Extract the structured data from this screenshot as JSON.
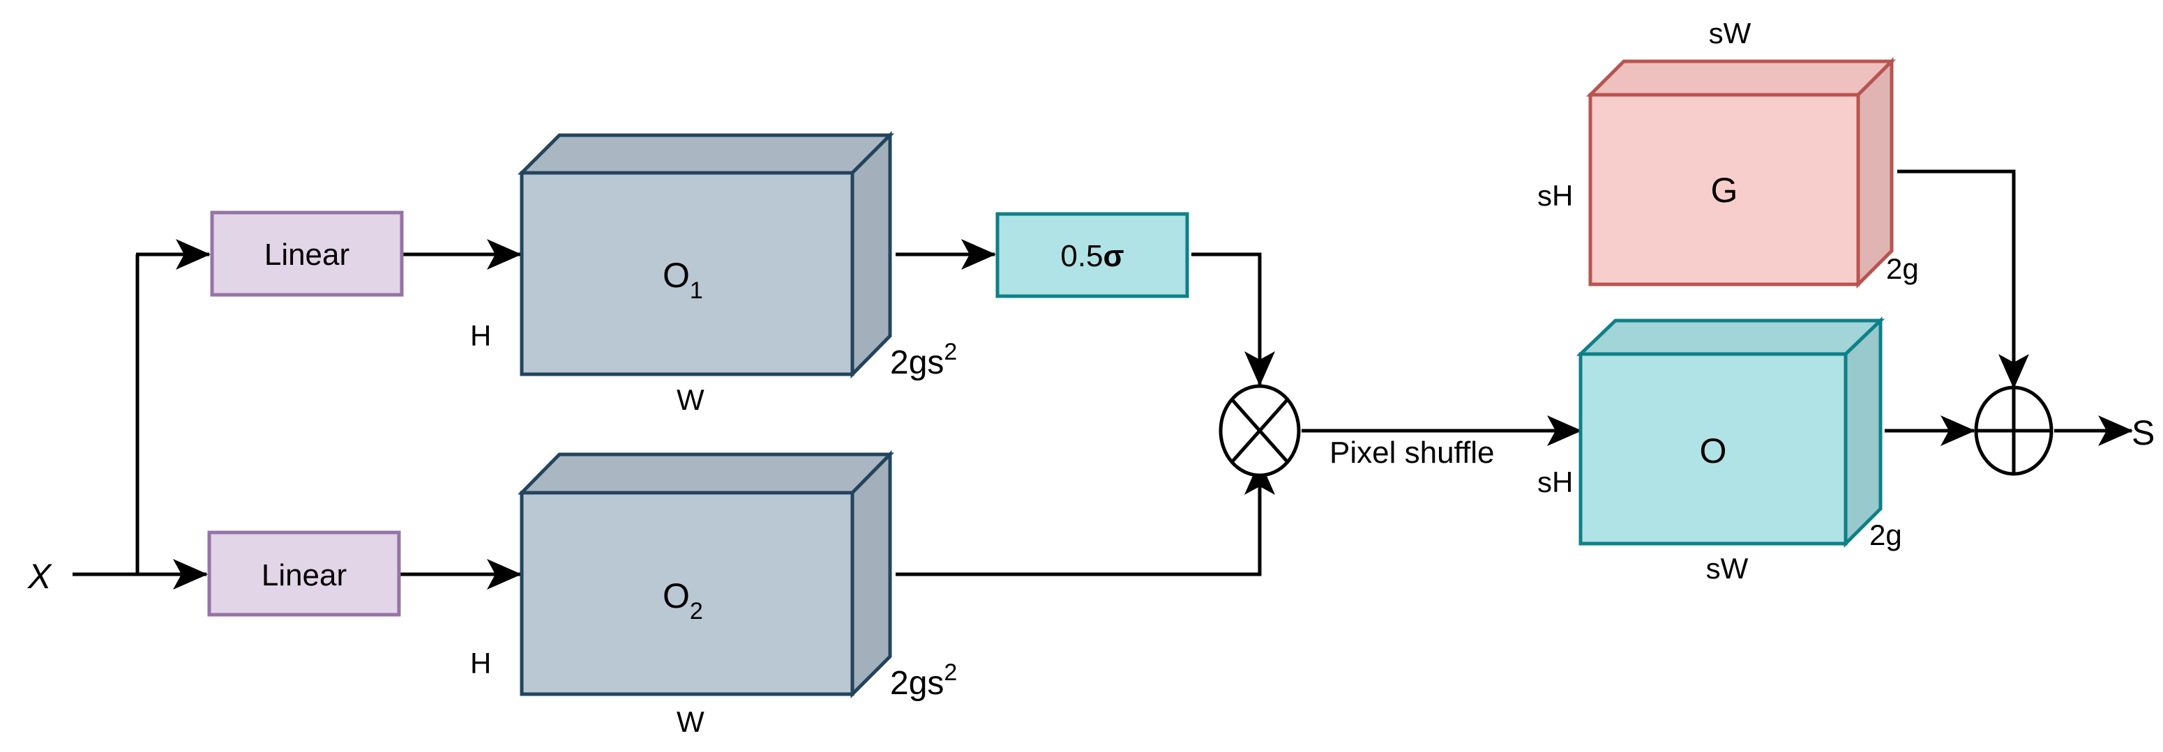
{
  "input_label": "X",
  "output_label": "S",
  "linear_top": {
    "label": "Linear"
  },
  "linear_bottom": {
    "label": "Linear"
  },
  "cube_o1": {
    "label": "O",
    "sub": "1",
    "height_label": "H",
    "width_label": "W",
    "depth_label": "2gs",
    "depth_sup": "2"
  },
  "cube_o2": {
    "label": "O",
    "sub": "2",
    "height_label": "H",
    "width_label": "W",
    "depth_label": "2gs",
    "depth_sup": "2"
  },
  "sigmoid": {
    "label_prefix": "0.5",
    "label_symbol": "σ"
  },
  "multiply_op": {
    "symbol": "⊗"
  },
  "pixel_shuffle": {
    "label": "Pixel shuffle"
  },
  "cube_g": {
    "label": "G",
    "height_label": "sH",
    "width_label": "sW",
    "depth_label": "2g"
  },
  "cube_o": {
    "label": "O",
    "height_label": "sH",
    "width_label": "sW",
    "depth_label": "2g"
  },
  "add_op": {
    "symbol": "⊕"
  },
  "colors": {
    "linear_fill": "#e1d5e7",
    "linear_stroke": "#9673a6",
    "cube_gray_front": "#bac8d3",
    "cube_gray_top": "#aab7c2",
    "cube_gray_side": "#a3b0bb",
    "cube_gray_stroke": "#23445d",
    "sigma_fill": "#b0e3e6",
    "sigma_stroke": "#0e8088",
    "cube_g_front": "#f8cecc",
    "cube_g_top": "#eec0be",
    "cube_g_side": "#e0b4b2",
    "cube_g_stroke": "#b85450",
    "cube_o_front": "#b0e3e6",
    "cube_o_top": "#a2d5d8",
    "cube_o_side": "#98c9cc",
    "cube_o_stroke": "#0e8088"
  }
}
